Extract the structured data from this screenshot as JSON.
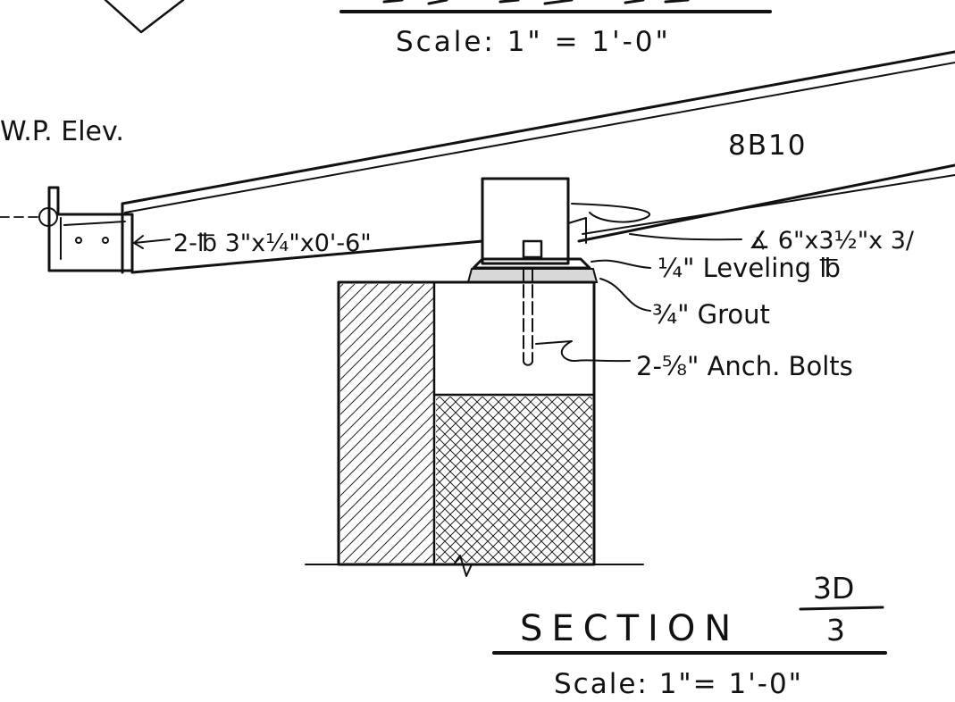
{
  "detail_header": {
    "scale": "Scale: 1\" = 1'-0\""
  },
  "callouts": {
    "wp_elevation": "W.P. Elev.",
    "beam_mark": "8B10",
    "plate": "2-℔ 3\"x¼\"x0'-6\"",
    "angle": "∡ 6\"x3½\"x 3/",
    "leveling_plate": "¼\" Leveling ℔",
    "grout": "¾\" Grout",
    "anchor_bolts": "2-⅝\" Anch. Bolts"
  },
  "section_title": {
    "title": "SECTION",
    "reference_top": "3D",
    "reference_bottom": "3",
    "scale": "Scale: 1\"= 1'-0\""
  }
}
